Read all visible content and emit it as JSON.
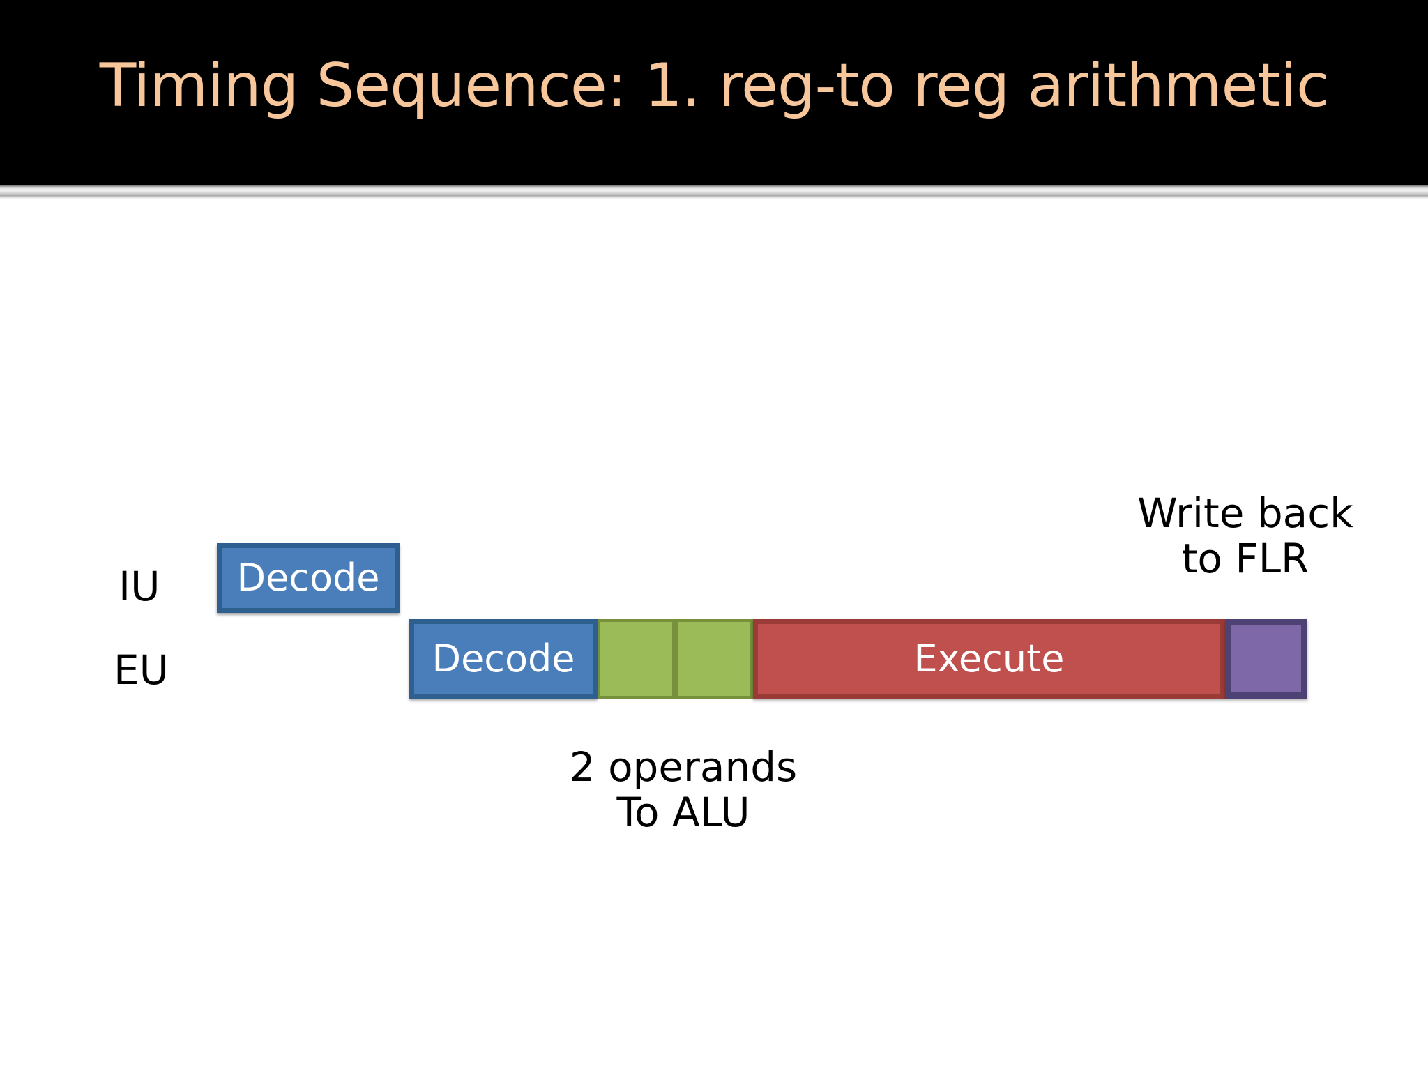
{
  "slide": {
    "title": "Timing Sequence: 1. reg-to reg arithmetic",
    "title_color": "#F7C69B",
    "banner_color": "#000000",
    "background_color": "#FFFFFF"
  },
  "diagram": {
    "type": "timing-sequence",
    "rows": [
      {
        "id": "iu",
        "label": "IU"
      },
      {
        "id": "eu",
        "label": "EU"
      }
    ],
    "bars": [
      {
        "row": "iu",
        "label": "Decode",
        "fill": "#4A7EBB",
        "stroke": "#2E5F8F",
        "start": 311,
        "end": 573
      },
      {
        "row": "eu",
        "label": "Decode",
        "fill": "#4A7EBB",
        "stroke": "#2E5F8F",
        "start": 587,
        "end": 857
      },
      {
        "row": "eu",
        "label": "",
        "fill": "#9BBB59",
        "stroke": "#76903C",
        "start": 857,
        "end": 968
      },
      {
        "row": "eu",
        "label": "",
        "fill": "#9BBB59",
        "stroke": "#76903C",
        "start": 968,
        "end": 1080
      },
      {
        "row": "eu",
        "label": "Execute",
        "fill": "#C0504D",
        "stroke": "#9A3B38",
        "start": 1080,
        "end": 1757
      },
      {
        "row": "eu",
        "label": "",
        "fill": "#7E68A8",
        "stroke": "#4E4275",
        "start": 1757,
        "end": 1875
      }
    ],
    "annotations": [
      {
        "id": "writeback",
        "text": "Write back\nto FLR",
        "color": "#000000"
      },
      {
        "id": "operands",
        "text": "2 operands\nTo ALU",
        "color": "#000000"
      }
    ]
  }
}
